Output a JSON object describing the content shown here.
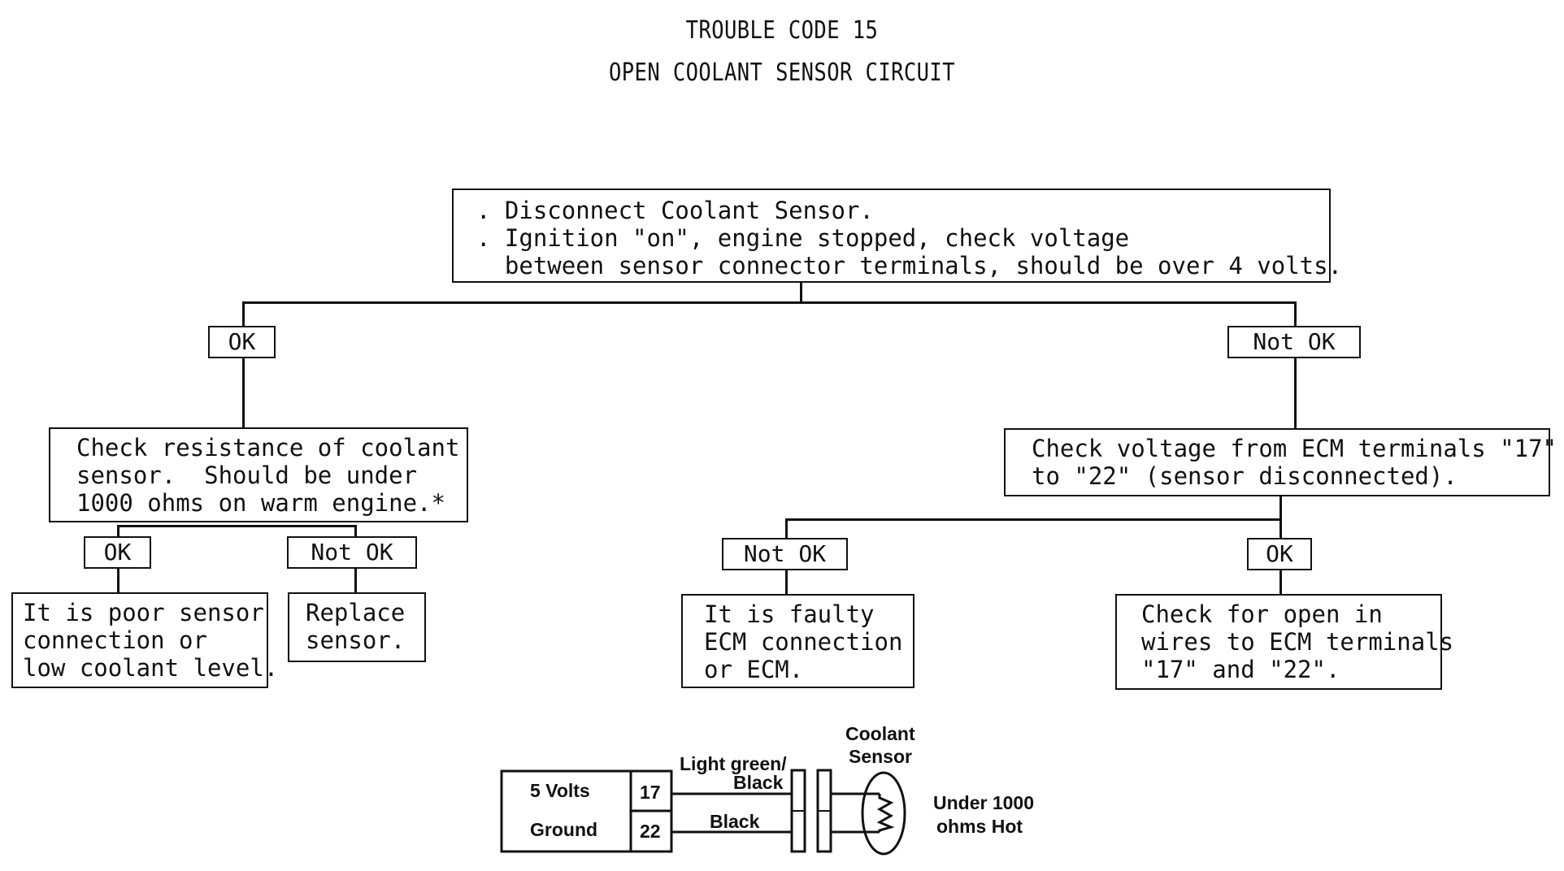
{
  "title": {
    "line1": "TROUBLE CODE 15",
    "line2": "OPEN COOLANT SENSOR CIRCUIT"
  },
  "top_box": {
    "line1": ". Disconnect Coolant Sensor.",
    "line2": ". Ignition \"on\", engine stopped, check voltage",
    "line3": "  between sensor connector terminals, should be over 4 volts."
  },
  "branch_ok_1": "OK",
  "branch_not_ok_1": "Not OK",
  "left_box": {
    "line1": "Check resistance of coolant",
    "line2": "sensor.  Should be under",
    "line3": "1000 ohms on warm engine.*"
  },
  "right_box": {
    "line1": "Check voltage from ECM terminals \"17\"",
    "line2": "to \"22\" (sensor disconnected)."
  },
  "left_ok": "OK",
  "left_not_ok": "Not OK",
  "right_not_ok": "Not OK",
  "right_ok": "OK",
  "result_poor_connection": {
    "line1": "It is poor sensor",
    "line2": "connection or",
    "line3": "low coolant level."
  },
  "result_replace": {
    "line1": "Replace",
    "line2": "sensor."
  },
  "result_faulty_ecm": {
    "line1": "It is faulty",
    "line2": "ECM connection",
    "line3": "or ECM."
  },
  "result_check_wires": {
    "line1": "Check for open in",
    "line2": "wires to ECM terminals",
    "line3": "\"17\" and \"22\"."
  },
  "wiring": {
    "five_volts": "5 Volts",
    "ground": "Ground",
    "pin_17": "17",
    "pin_22": "22",
    "wire_top_1": "Light green/",
    "wire_top_2": "Black",
    "wire_bottom": "Black",
    "sensor_label_1": "Coolant",
    "sensor_label_2": "Sensor",
    "resistance_1": "Under 1000",
    "resistance_2": "ohms Hot"
  }
}
